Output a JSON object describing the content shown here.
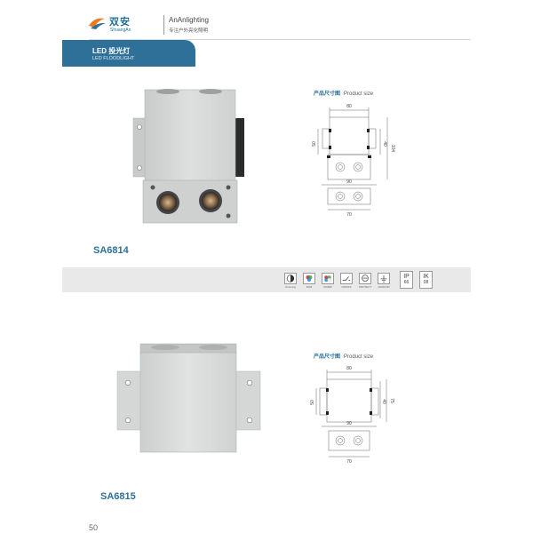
{
  "header": {
    "brand_cn": "双安",
    "brand_pinyin": "ShuangAn",
    "brand_en": "AnAnlighting",
    "slogan": "专注户外亮化照明"
  },
  "banner": {
    "title_cn": "LED 投光灯",
    "title_en": "LED FLOODLIGHT"
  },
  "size_title": {
    "cn": "产品尺寸图",
    "en": "Product size"
  },
  "features": [
    {
      "icon": "dimming-icon",
      "caption": "Dimming"
    },
    {
      "icon": "rgb-icon",
      "caption": "RGB"
    },
    {
      "icon": "rgbw-icon",
      "caption": "RGBW"
    },
    {
      "icon": "on-off-icon",
      "caption": "ON/OFF"
    },
    {
      "icon": "protection-icon",
      "caption": "PROTECT"
    },
    {
      "icon": "grounding-icon",
      "caption": "GROUND"
    },
    {
      "icon": "ip-rating-icon",
      "label": "IP",
      "value": "66"
    },
    {
      "icon": "ik-rating-icon",
      "label": "IK",
      "value": "08"
    }
  ],
  "products": [
    {
      "model": "SA6814",
      "dims": {
        "top_width": "80",
        "left_height": "50",
        "right_inner": "40",
        "right_total": "104",
        "mid_width": "90",
        "bottom_width": "70"
      }
    },
    {
      "model": "SA6815",
      "dims": {
        "top_width": "80",
        "left_height": "50",
        "right_inner": "40",
        "right_total": "75",
        "mid_width": "90",
        "bottom_width": "70"
      }
    }
  ],
  "page_number": "50",
  "colors": {
    "accent": "#2f7099",
    "strip": "#e9e9e9",
    "fixture": "#d6d8d8"
  }
}
